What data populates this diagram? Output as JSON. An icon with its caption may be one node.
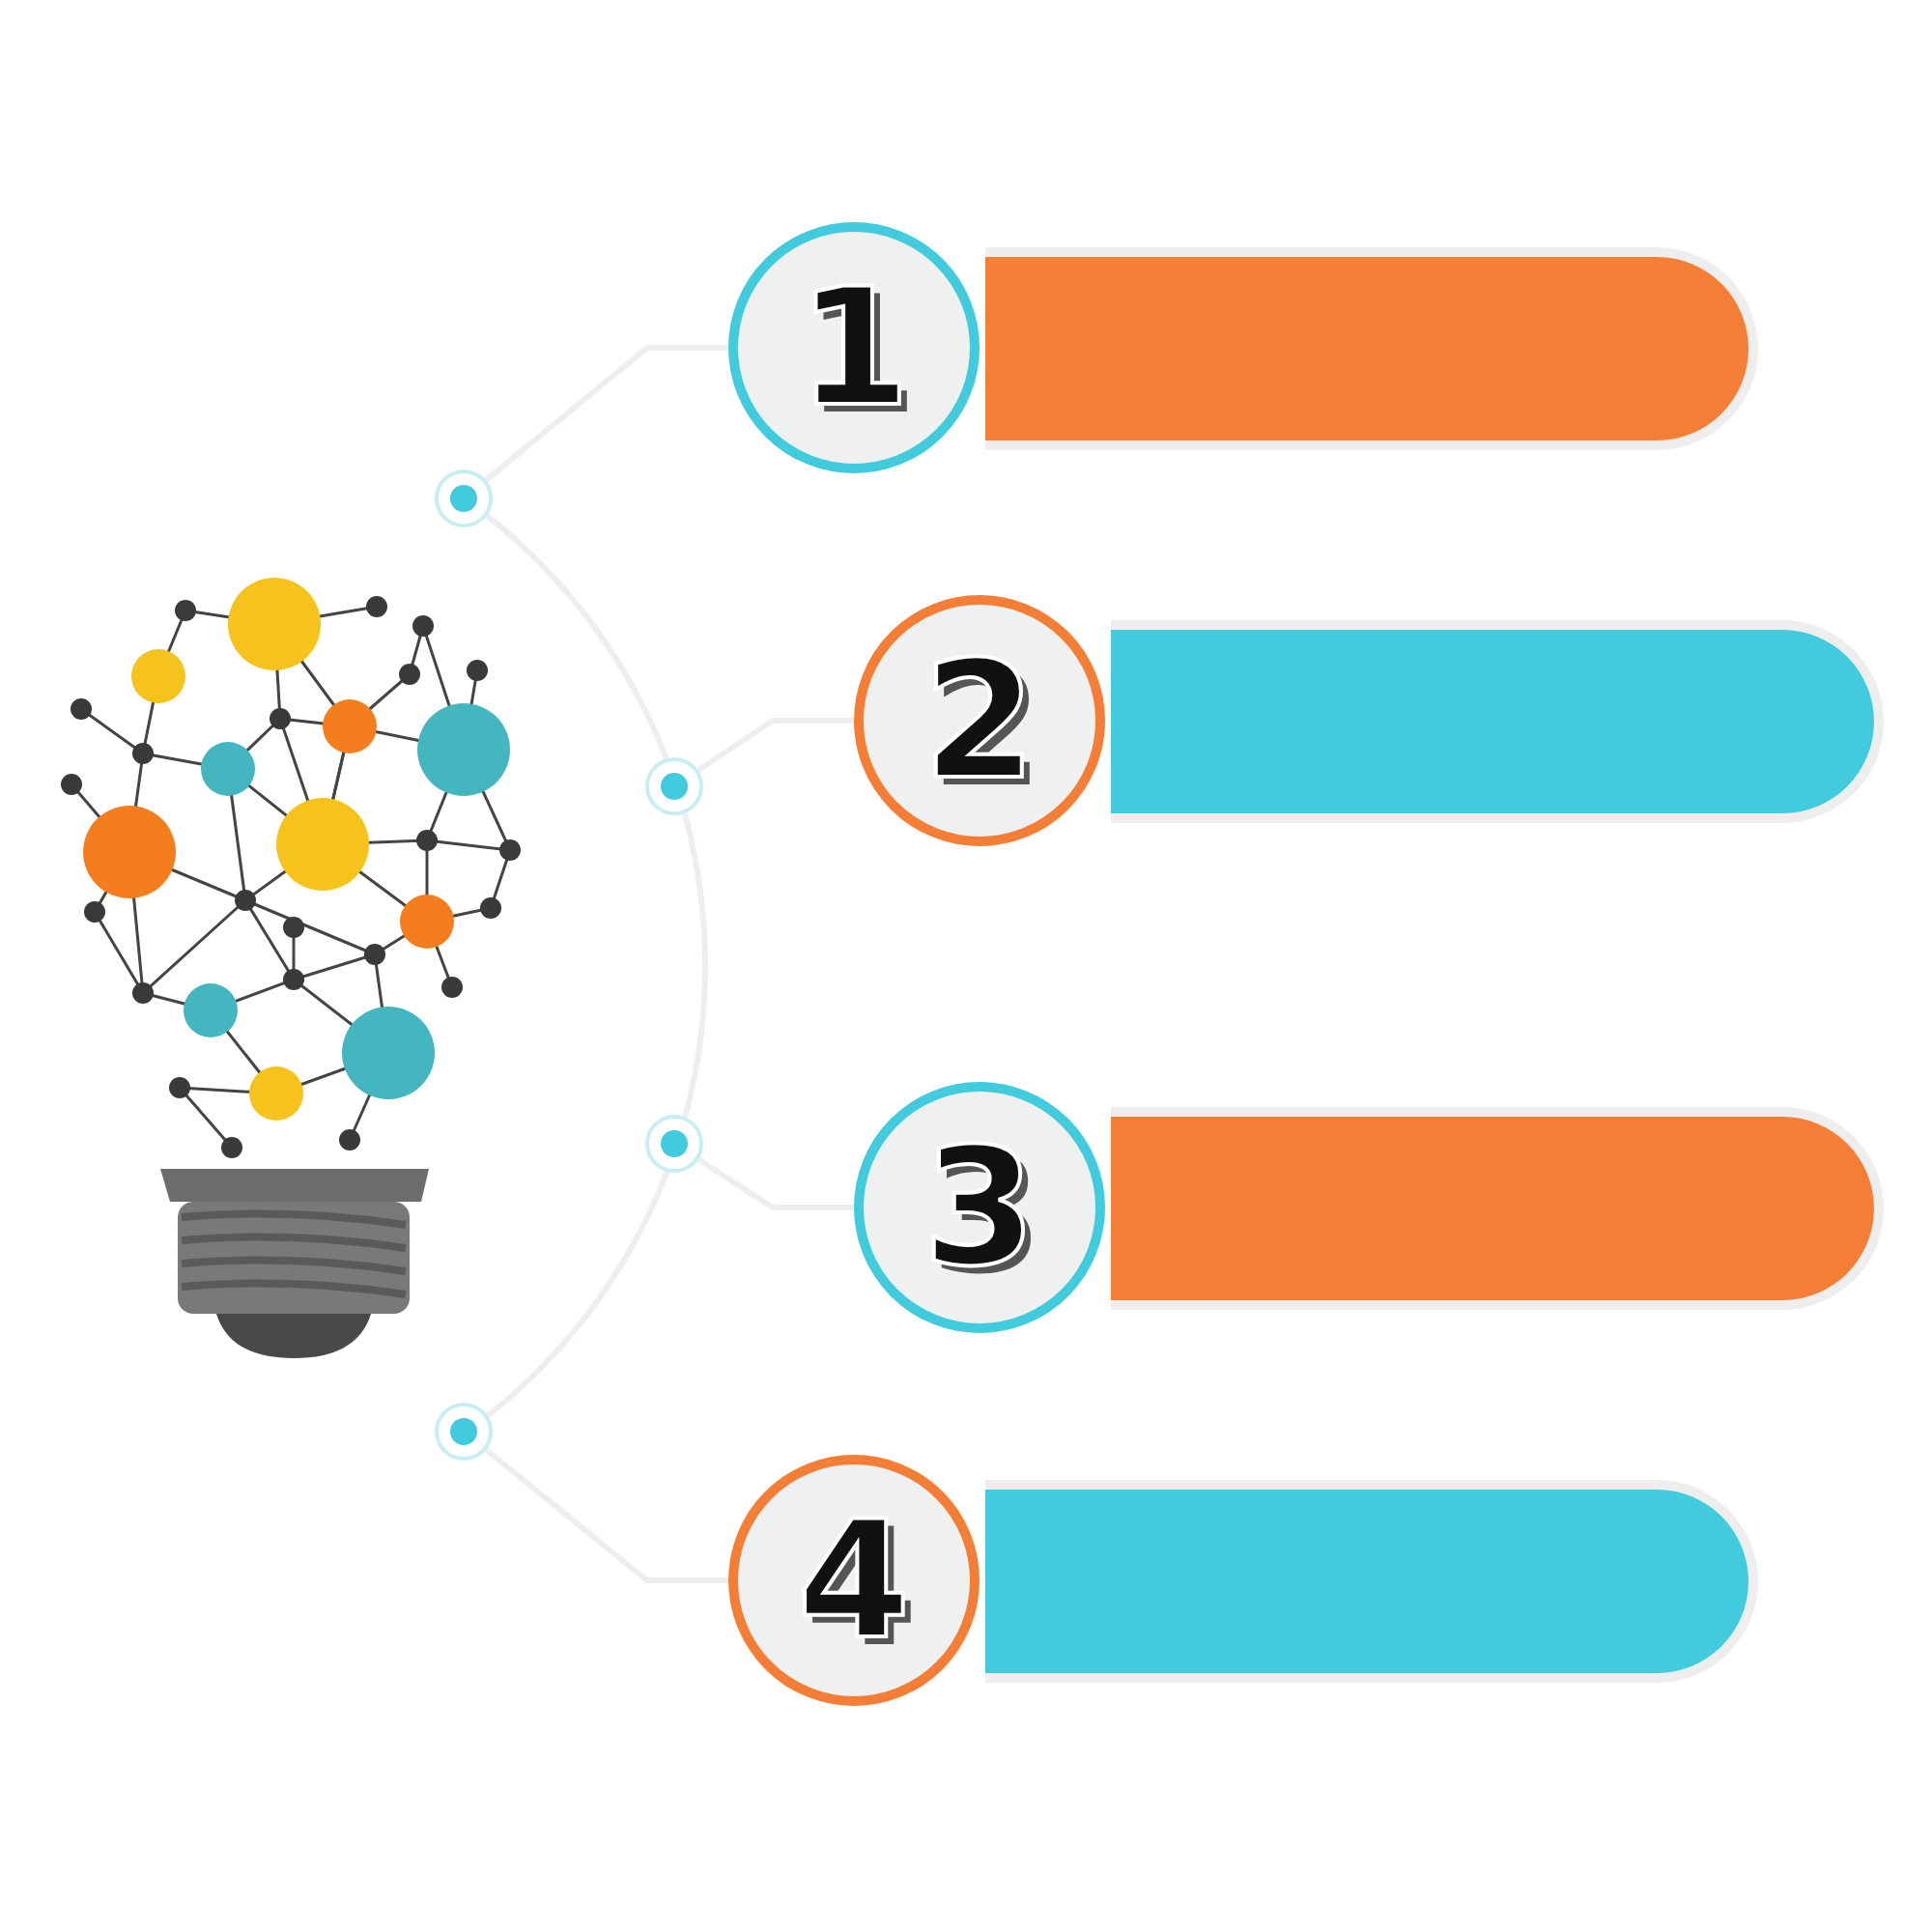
{
  "diagram": {
    "nodes": [
      {
        "text": [],
        "shape": "picture"
      },
      {
        "text": [],
        "shape": "circle"
      },
      {
        "text": [
          "1"
        ]
      },
      {
        "text": [],
        "shape": "bar"
      },
      {
        "text": [],
        "shape": "circle"
      },
      {
        "text": [
          "2"
        ]
      },
      {
        "text": [],
        "shape": "bar"
      },
      {
        "text": [],
        "shape": "circle"
      },
      {
        "text": [
          "3"
        ]
      },
      {
        "text": [],
        "shape": "bar"
      },
      {
        "text": [],
        "shape": "circle"
      },
      {
        "text": [
          "4"
        ]
      },
      {
        "text": [],
        "shape": "bar"
      }
    ],
    "edges": [
      {
        "from": 1,
        "to": 2,
        "arrow": "none"
      },
      {
        "from": 4,
        "to": 5,
        "arrow": "none"
      },
      {
        "from": 7,
        "to": 8,
        "arrow": "none"
      },
      {
        "from": 10,
        "to": 11,
        "arrow": "none"
      },
      {
        "from": 1,
        "to": 4,
        "arrow": "none"
      },
      {
        "from": 4,
        "to": 7,
        "arrow": "none"
      },
      {
        "from": 7,
        "to": 10,
        "arrow": "none"
      }
    ]
  }
}
